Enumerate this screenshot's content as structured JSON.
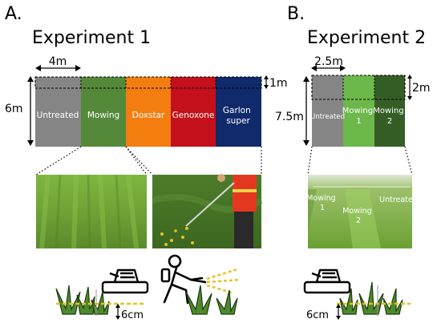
{
  "panel_a": {
    "letter": "A.",
    "title": "Experiment 1",
    "dim_width": "4m",
    "dim_height": "6m",
    "dim_strip": "1m",
    "plots": [
      {
        "label": "Untreated",
        "color": "#858585"
      },
      {
        "label": "Mowing",
        "color": "#55893a"
      },
      {
        "label": "Doxstar",
        "color": "#f47d10"
      },
      {
        "label": "Genoxone",
        "color": "#c3101a"
      },
      {
        "label": "Garlon\nsuper",
        "color": "#102a6b"
      }
    ],
    "cut_height": "6cm"
  },
  "panel_b": {
    "letter": "B.",
    "title": "Experiment 2",
    "dim_width": "2.5m",
    "dim_height": "7.5m",
    "dim_strip": "2m",
    "plots": [
      {
        "label": "Untreated",
        "color": "#858585"
      },
      {
        "label": "Mowing\n1",
        "color": "#6cb84a"
      },
      {
        "label": "Mowing\n2",
        "color": "#355e26"
      }
    ],
    "photo_labels": {
      "mowing1": "Mowing\n1",
      "mowing2": "Mowing\n2",
      "untreated": "Untreated"
    },
    "cut_height": "6cm"
  }
}
